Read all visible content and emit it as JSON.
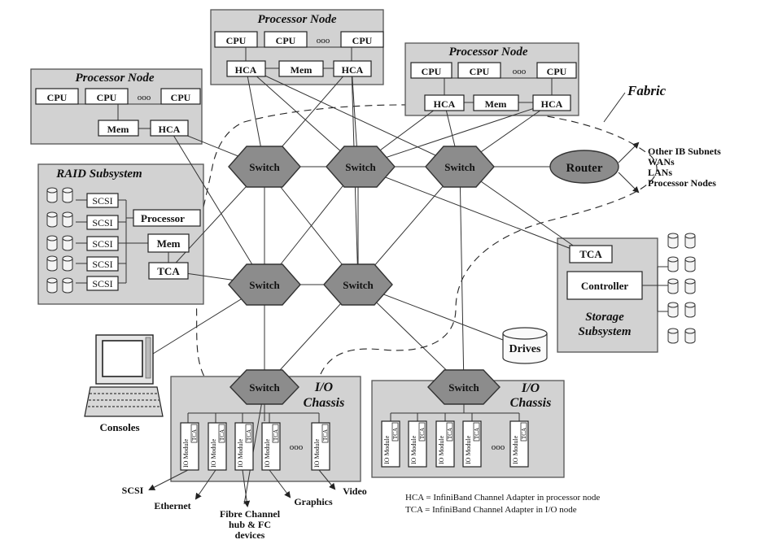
{
  "processor_nodes": [
    {
      "title": "Processor Node",
      "cpu": "CPU",
      "ellipsis": "ooo",
      "mem": "Mem",
      "hca": "HCA"
    },
    {
      "title": "Processor Node",
      "cpu": "CPU",
      "ellipsis": "ooo",
      "mem": "Mem",
      "hca": "HCA"
    },
    {
      "title": "Processor Node",
      "cpu": "CPU",
      "ellipsis": "ooo",
      "mem": "Mem",
      "hca": "HCA"
    }
  ],
  "raid": {
    "title": "RAID Subsystem",
    "scsi": "SCSI",
    "processor": "Processor",
    "mem": "Mem",
    "tca": "TCA"
  },
  "switch_label": "Switch",
  "router_label": "Router",
  "fabric_label": "Fabric",
  "router_targets": [
    "Other IB Subnets",
    "WANs",
    "LANs",
    "Processor Nodes"
  ],
  "storage": {
    "tca": "TCA",
    "controller": "Controller",
    "title_line1": "Storage",
    "title_line2": "Subsystem"
  },
  "drives_label": "Drives",
  "consoles_label": "Consoles",
  "io_chassis": {
    "title_line1": "I/O",
    "title_line2": "Chassis",
    "tca": "TCA",
    "module": "IO Module",
    "ellipsis": "ooo"
  },
  "io_outputs": [
    "SCSI",
    "Ethernet",
    "Fibre Channel",
    "hub & FC",
    "devices",
    "Graphics",
    "Video"
  ],
  "legend": [
    "HCA = InfiniBand Channel Adapter in processor node",
    "TCA = InfiniBand Channel Adapter in I/O node"
  ]
}
